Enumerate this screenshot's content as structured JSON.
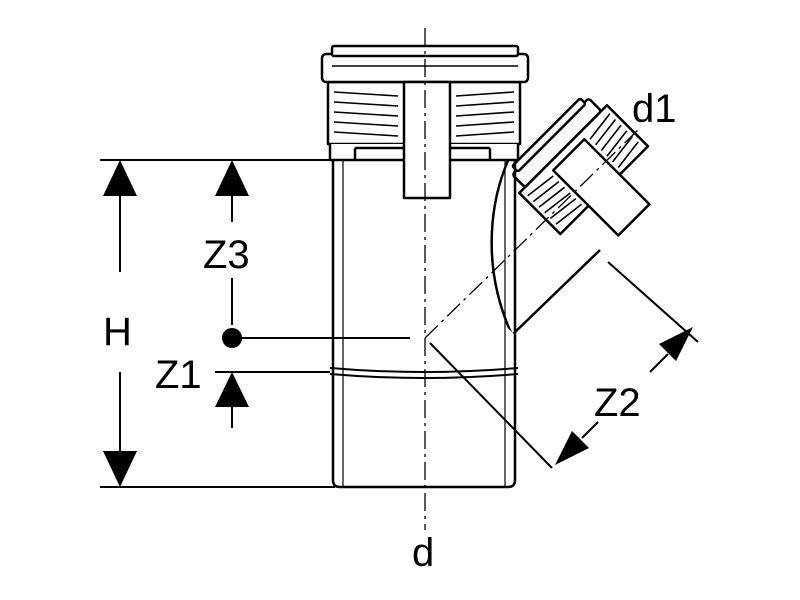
{
  "labels": {
    "H": "H",
    "Z1": "Z1",
    "Z2": "Z2",
    "Z3": "Z3",
    "d": "d",
    "d1": "d1"
  },
  "colors": {
    "stroke": "#000000",
    "background": "#ffffff"
  }
}
